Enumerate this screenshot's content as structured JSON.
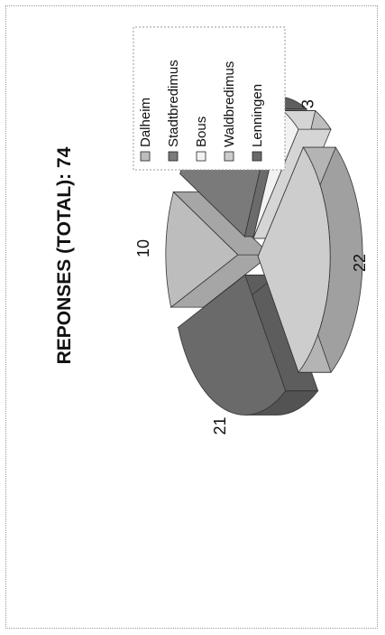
{
  "chart_data": {
    "type": "pie",
    "title": "REPONSES (TOTAL): 74",
    "categories": [
      "Dalheim",
      "Stadtbredimus",
      "Bous",
      "Waldbredimus",
      "Lenningen"
    ],
    "values": [
      10,
      18,
      3,
      22,
      21
    ],
    "colors": {
      "Dalheim": "#bdbdbd",
      "Stadtbredimus": "#7a7a7a",
      "Bous": "#f2f2f2",
      "Waldbredimus": "#cdcdcd",
      "Lenningen": "#6a6a6a"
    },
    "legend_position": "top-right",
    "style": "3d-exploded",
    "orientation": "rotated-90-ccw"
  }
}
